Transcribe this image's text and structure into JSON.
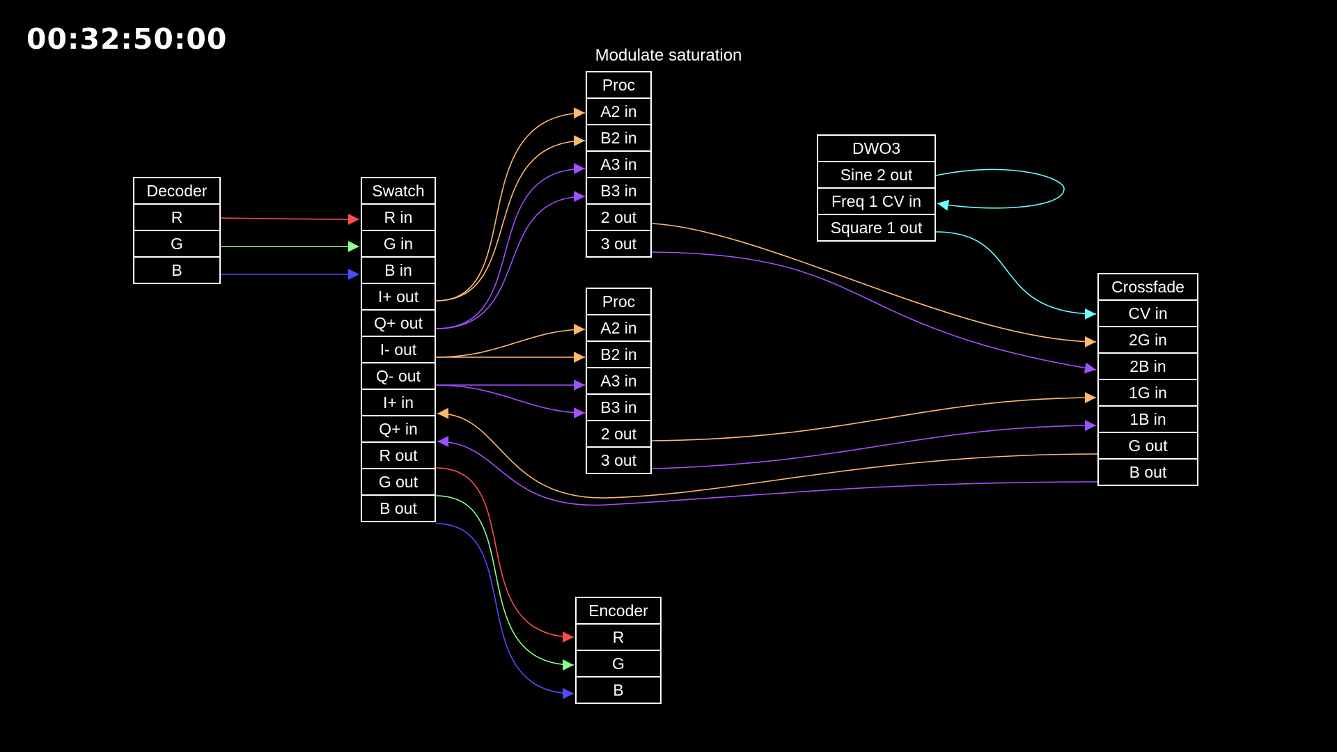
{
  "timecode": "00:32:50:00",
  "caption": "Modulate saturation",
  "colors": {
    "background": "#000000",
    "red": "#ff4d4d",
    "green": "#8cff8c",
    "blue": "#4d4dff",
    "orange": "#ffb870",
    "purple": "#a050ff",
    "cyan": "#70ffff"
  },
  "modules": {
    "decoder": {
      "title": "Decoder",
      "ports": [
        "R",
        "G",
        "B"
      ]
    },
    "swatch": {
      "title": "Swatch",
      "ports": [
        "R in",
        "G in",
        "B in",
        "I+ out",
        "Q+ out",
        "I- out",
        "Q- out",
        "I+ in",
        "Q+ in",
        "R out",
        "G out",
        "B out"
      ]
    },
    "proc1": {
      "title": "Proc",
      "ports": [
        "A2 in",
        "B2 in",
        "A3 in",
        "B3 in",
        "2 out",
        "3 out"
      ]
    },
    "proc2": {
      "title": "Proc",
      "ports": [
        "A2 in",
        "B2 in",
        "A3 in",
        "B3 in",
        "2 out",
        "3 out"
      ]
    },
    "dwo3": {
      "title": "DWO3",
      "ports": [
        "Sine 2 out",
        "Freq 1 CV in",
        "Square 1 out"
      ]
    },
    "crossfade": {
      "title": "Crossfade",
      "ports": [
        "CV in",
        "2G in",
        "2B in",
        "1G in",
        "1B in",
        "G out",
        "B out"
      ]
    },
    "encoder": {
      "title": "Encoder",
      "ports": [
        "R",
        "G",
        "B"
      ]
    }
  }
}
